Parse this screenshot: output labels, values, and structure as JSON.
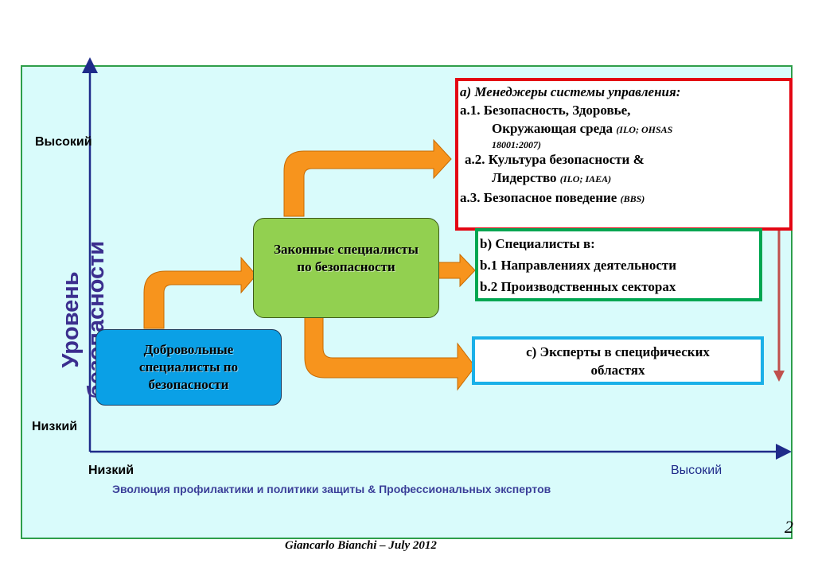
{
  "y_axis": {
    "title_line1": "Уровень",
    "title_line2": "безопасности",
    "high_label": "Высокий",
    "low_label": "Низкий"
  },
  "x_axis": {
    "low_label": "Низкий",
    "high_label": "Высокий",
    "caption": "Эволюция профилактики и политики защиты & Профессиональных экспертов"
  },
  "nodes": {
    "voluntary": {
      "line1": "Добровольные",
      "line2": "специалисты по",
      "line3": "безопасности"
    },
    "legal": {
      "line1": "Законные специалисты",
      "line2": "по безопасности"
    }
  },
  "box_a": {
    "heading": "a)   Менеджеры системы управления:",
    "a1_line1": "a.1. Безопасность, Здоровье,",
    "a1_line2": "Окружающая среда",
    "a1_note": "(ILO; OHSAS",
    "a1_note2": "18001:2007)",
    "a2_line1": "a.2. Культура безопасности &",
    "a2_line2": "Лидерство",
    "a2_note": "(ILO; IAEA)",
    "a3_line": "a.3. Безопасное поведение",
    "a3_note": "(BBS)"
  },
  "box_b": {
    "heading": "b) Специалисты в:",
    "b1": "b.1 Направлениях деятельности",
    "b2": "b.2  Производственных секторах"
  },
  "box_c": {
    "line1": "c) Эксперты в специфических",
    "line2": "областях"
  },
  "page_number": "2",
  "footer": "Giancarlo Bianchi – July 2012",
  "colors": {
    "background": "#d9fbfb",
    "frame_border": "#2e9e4a",
    "arrow_fill": "#f7941d",
    "node_voluntary": "#0aa0e6",
    "node_legal": "#92d050",
    "box_a_border": "#e30613",
    "box_b_border": "#00a651",
    "box_c_border": "#1ab0e8",
    "axis": "#1f2b8a"
  }
}
